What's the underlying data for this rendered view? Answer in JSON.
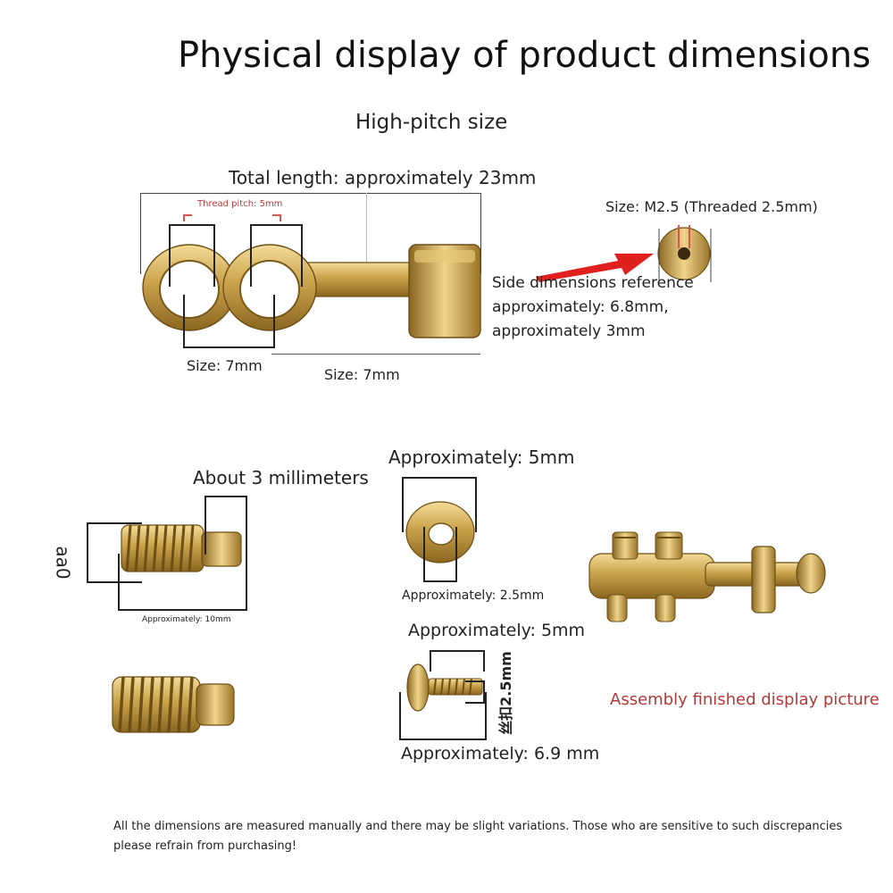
{
  "page": {
    "title": "Physical display of product dimensions",
    "subtitle": "High-pitch size",
    "disclaimer_line1": "All the dimensions are measured manually and there may be slight variations. Those who are sensitive to such discrepancies",
    "disclaimer_line2": "please refrain from purchasing!"
  },
  "top_section": {
    "total_length": "Total length: approximately 23mm",
    "thread_pitch": "Thread pitch: 5mm",
    "size_ring": "Size: 7mm",
    "size_shaft": "Size: 7mm",
    "side_size": "Size: M2.5 (Threaded 2.5mm)",
    "side_ref_line1": "Side dimensions reference",
    "side_ref_line2": "approximately: 6.8mm,",
    "side_ref_line3": "approximately 3mm"
  },
  "bottom_section": {
    "screw_label": "About 3 millimeters",
    "screw_rotated": "aa0",
    "screw_length": "Approximately: 10mm",
    "washer_outer": "Approximately: 5mm",
    "washer_inner": "Approximately: 2.5mm",
    "bolt_length": "Approximately: 5mm",
    "bolt_thread": "丝扣2.5mm",
    "bolt_head": "Approximately: 6.9 mm",
    "assembly": "Assembly finished display picture"
  },
  "colors": {
    "brass": "#c9a24a",
    "arrow": "#e0201c",
    "assembly_text": "#b23a3a",
    "pitch_text": "#b23a3a"
  }
}
